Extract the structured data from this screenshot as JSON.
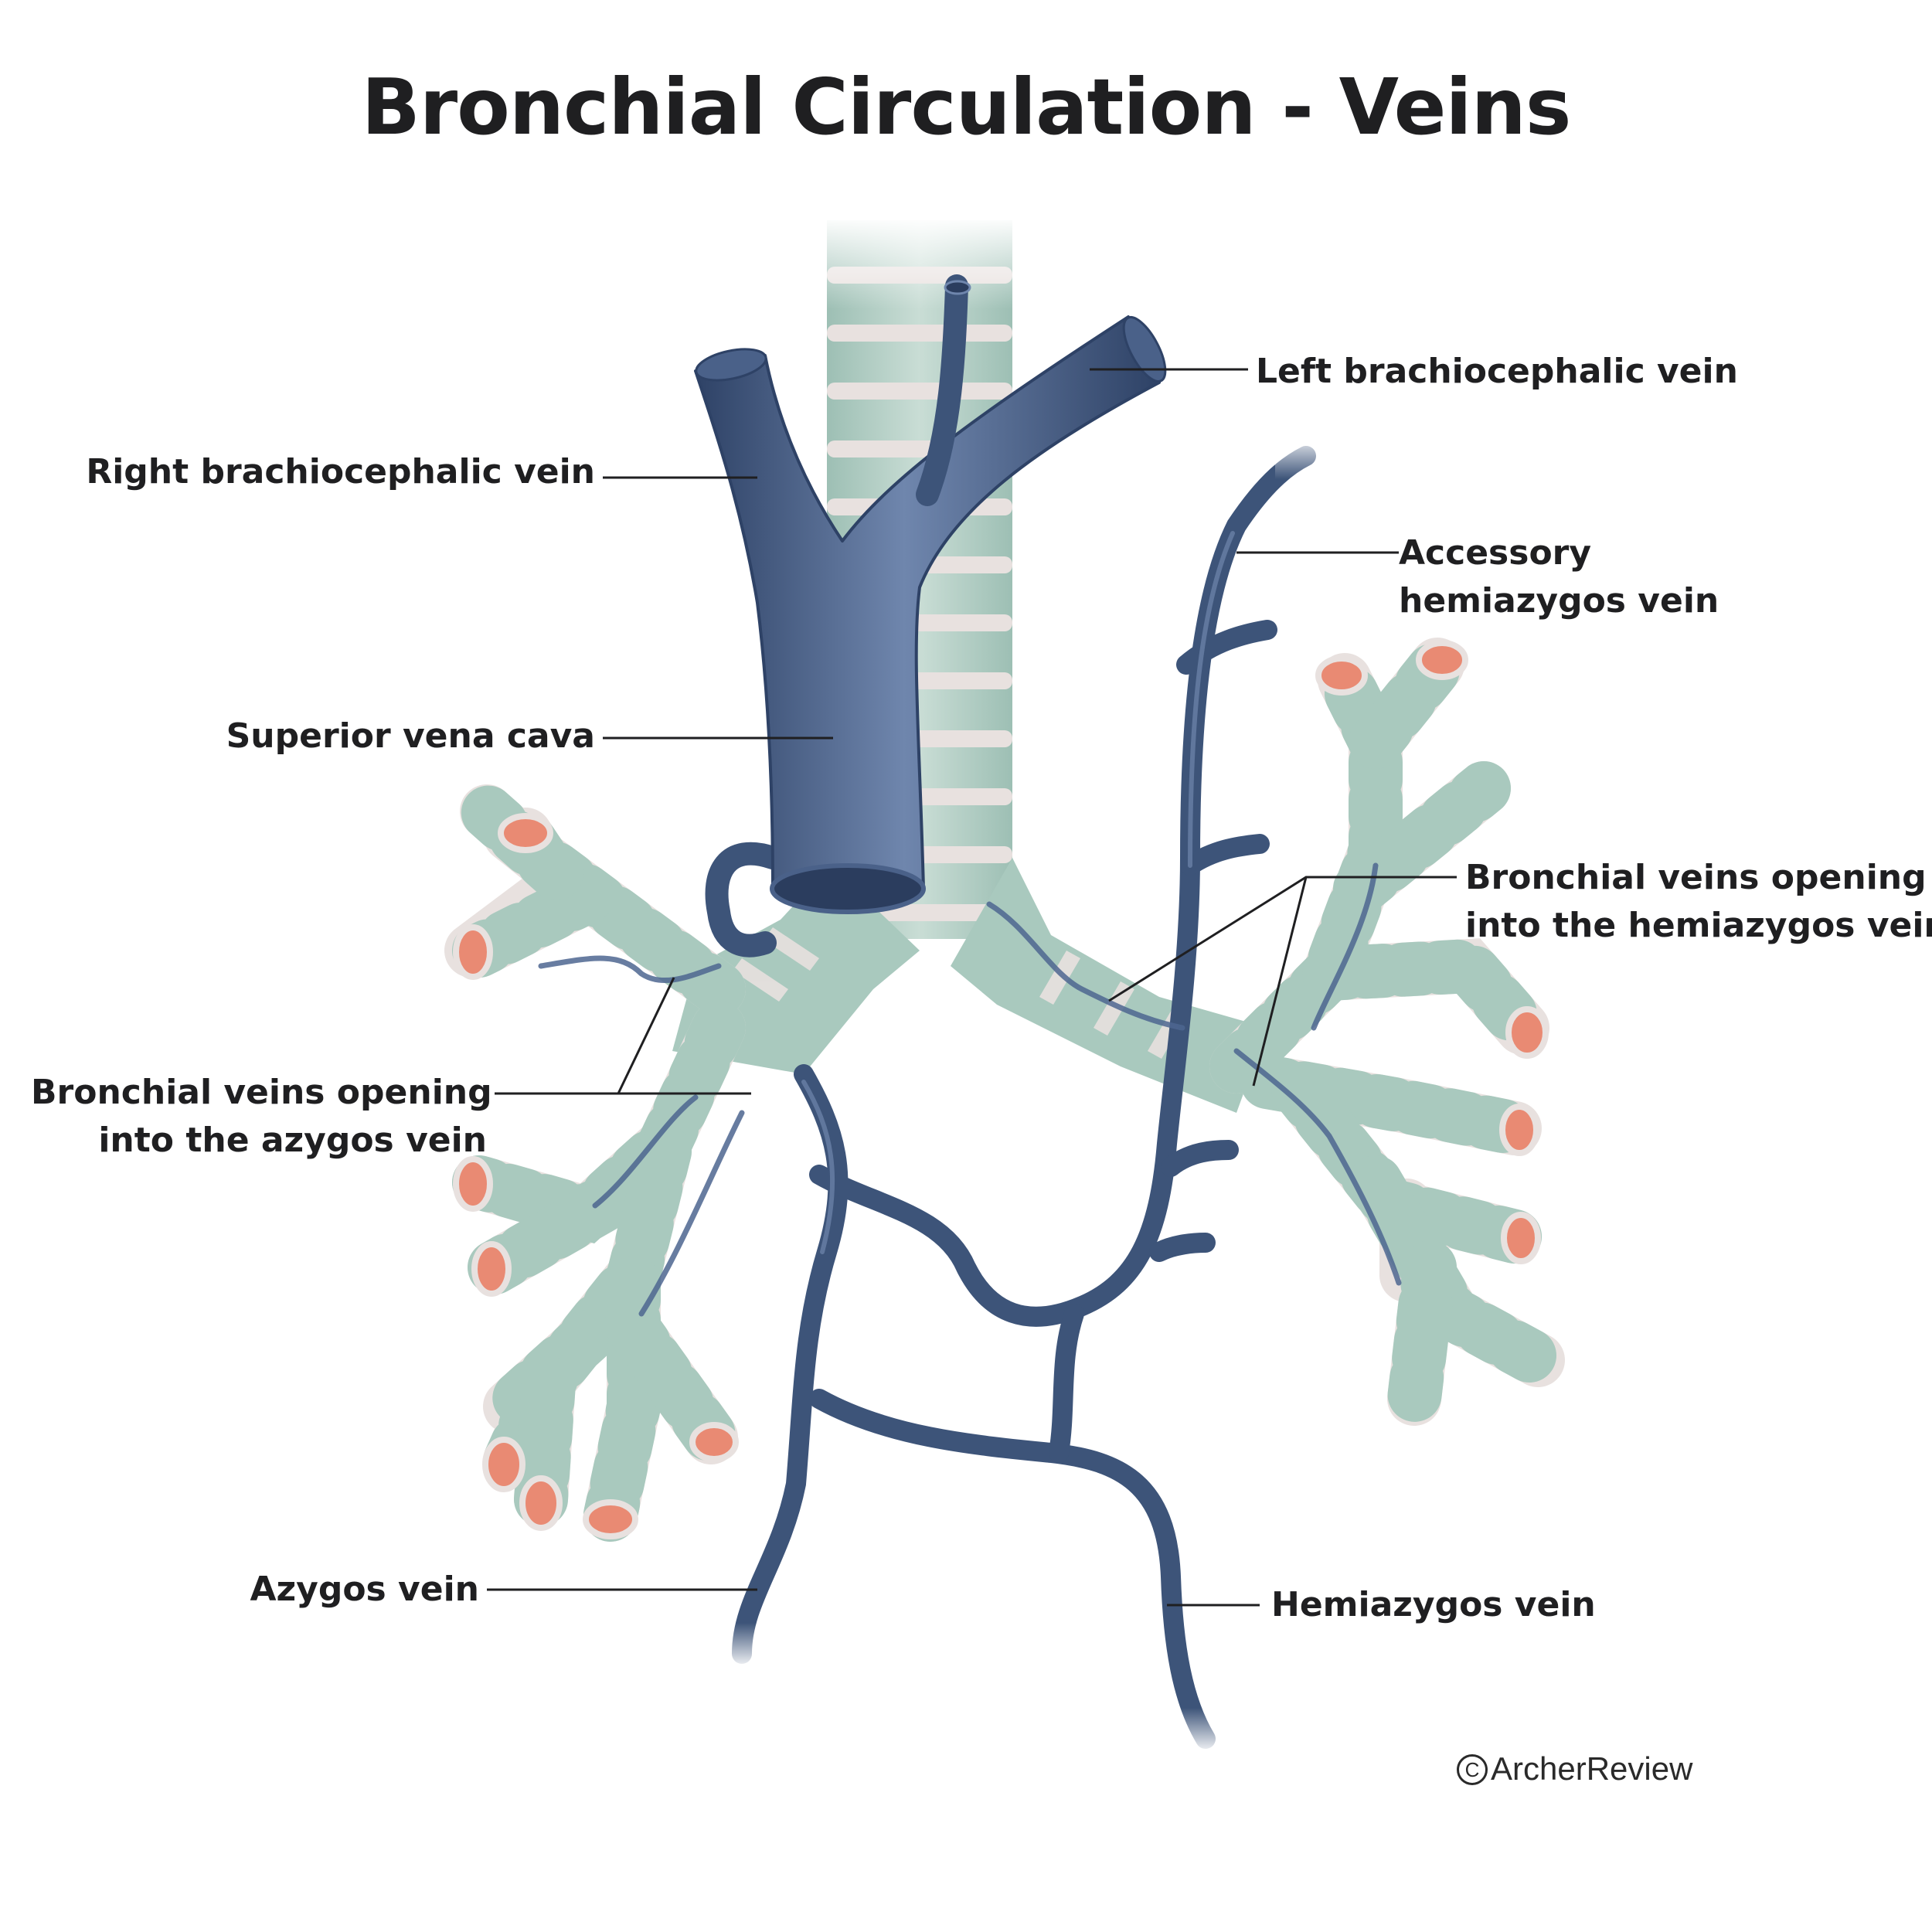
{
  "title": "Bronchial Circulation - Veins",
  "labels": {
    "left_brachiocephalic": "Left brachiocephalic vein",
    "right_brachiocephalic": "Right brachiocephalic vein",
    "accessory_hemiazygos_1": "Accessory",
    "accessory_hemiazygos_2": "hemiazygos vein",
    "superior_vena_cava": "Superior vena cava",
    "bronchial_hemiazygos_1": "Bronchial veins opening",
    "bronchial_hemiazygos_2": "into the hemiazygos vein",
    "bronchial_azygos_1": "Bronchial veins opening",
    "bronchial_azygos_2": "into the azygos vein",
    "azygos": "Azygos vein",
    "hemiazygos": "Hemiazygos vein"
  },
  "credit": "ArcherReview",
  "colors": {
    "vein": "#3d5479",
    "vein_highlight": "#6f86ad",
    "cartilage": "#a9c9be",
    "airway_wall": "#e8e1df",
    "lumen": "#e98a73",
    "text": "#1f1f21"
  }
}
